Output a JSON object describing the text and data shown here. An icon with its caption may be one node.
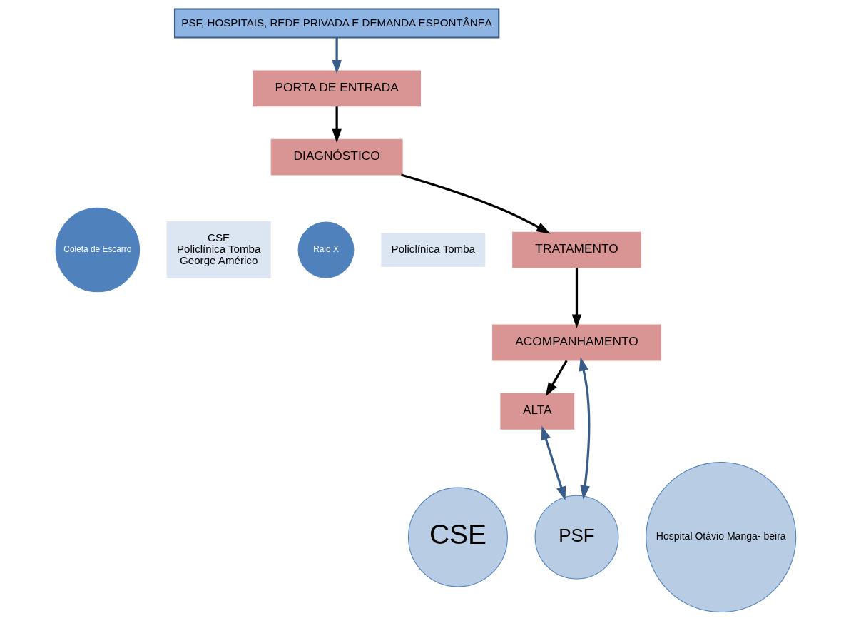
{
  "diagram": {
    "nodes": [
      {
        "text": [
          "PORTA DE ENTRADA"
        ]
      },
      {
        "text": [
          "PSF, HOSPITAIS, REDE PRIVADA E DEMANDA ESPONTÂNEA"
        ]
      },
      {
        "text": [
          "DIAGNÓSTICO"
        ]
      },
      {
        "text": [
          "Coleta de Escarro"
        ]
      },
      {
        "text": [
          "CSE",
          "Policlínica Tomba",
          "George Américo"
        ]
      },
      {
        "text": [
          "Raio X"
        ]
      },
      {
        "text": [
          "Policlínica Tomba"
        ]
      },
      {
        "text": [
          "TRATAMENTO"
        ]
      },
      {
        "text": [
          "ACOMPANHAMENTO"
        ]
      },
      {
        "text": [
          "ALTA"
        ]
      },
      {
        "text": [
          "CSE"
        ]
      },
      {
        "text": [
          "PSF"
        ]
      },
      {
        "text": [
          "Hospital Otávio Manga- beira"
        ]
      }
    ],
    "edges": [
      {
        "from": 1,
        "to": 0,
        "arrow": "to",
        "color": "#385d8a"
      },
      {
        "from": 0,
        "to": 2,
        "arrow": "to"
      },
      {
        "from": 2,
        "to": 7,
        "arrow": "to"
      },
      {
        "from": 7,
        "to": 8,
        "arrow": "to"
      },
      {
        "from": 8,
        "to": 9,
        "arrow": "to"
      },
      {
        "from": 8,
        "to": 11,
        "arrow": "both",
        "color": "#385d8a"
      },
      {
        "from": 9,
        "to": 11,
        "arrow": "both",
        "color": "#385d8a"
      }
    ]
  }
}
